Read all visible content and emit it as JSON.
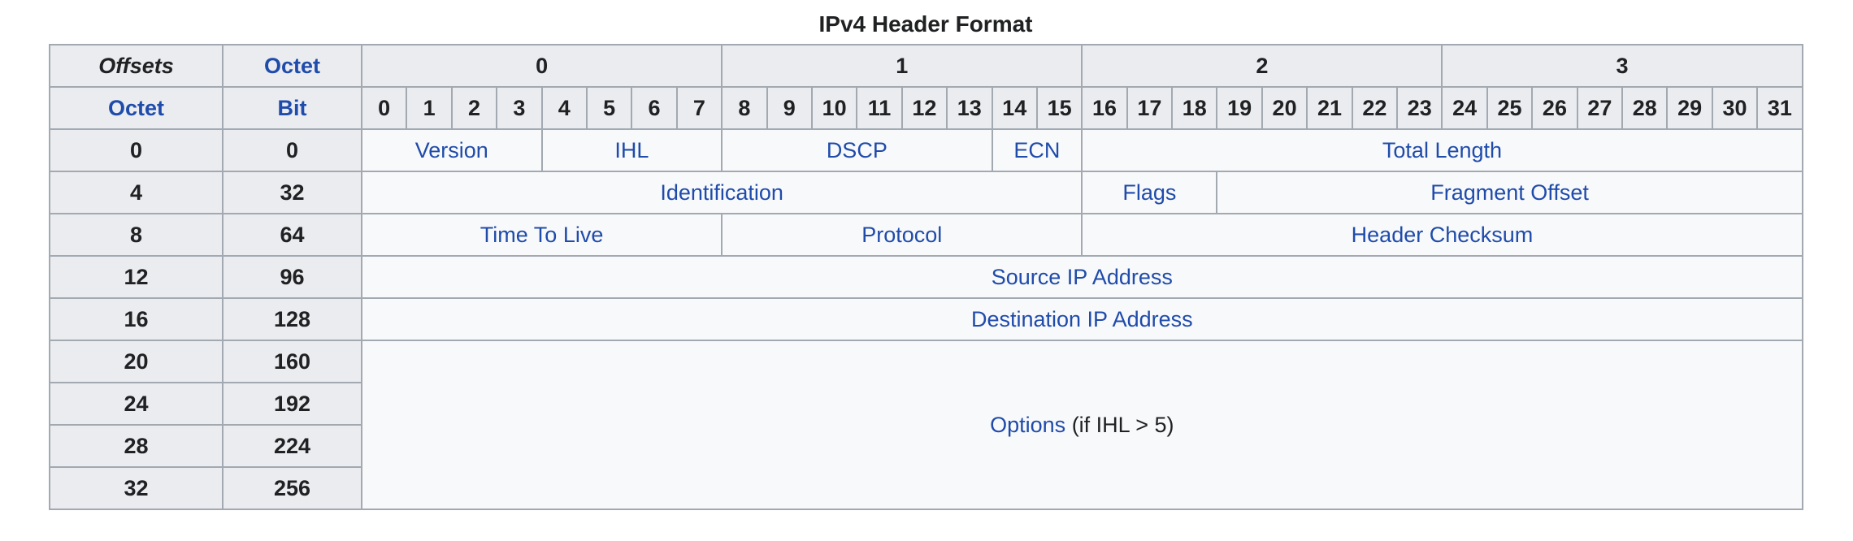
{
  "caption": "IPv4 Header Format",
  "corner": {
    "offsets": "Offsets",
    "octet_top": "Octet",
    "octet_left": "Octet",
    "bit": "Bit"
  },
  "octet_headers": [
    "0",
    "1",
    "2",
    "3"
  ],
  "bit_headers": [
    "0",
    "1",
    "2",
    "3",
    "4",
    "5",
    "6",
    "7",
    "8",
    "9",
    "10",
    "11",
    "12",
    "13",
    "14",
    "15",
    "16",
    "17",
    "18",
    "19",
    "20",
    "21",
    "22",
    "23",
    "24",
    "25",
    "26",
    "27",
    "28",
    "29",
    "30",
    "31"
  ],
  "rows": [
    {
      "octet": "0",
      "bit": "0"
    },
    {
      "octet": "4",
      "bit": "32"
    },
    {
      "octet": "8",
      "bit": "64"
    },
    {
      "octet": "12",
      "bit": "96"
    },
    {
      "octet": "16",
      "bit": "128"
    },
    {
      "octet": "20",
      "bit": "160"
    },
    {
      "octet": "24",
      "bit": "192"
    },
    {
      "octet": "28",
      "bit": "224"
    },
    {
      "octet": "32",
      "bit": "256"
    }
  ],
  "fields": {
    "version": "Version",
    "ihl": "IHL",
    "dscp": "DSCP",
    "ecn": "ECN",
    "total_length": "Total Length",
    "identification": "Identification",
    "flags": "Flags",
    "fragment_offset": "Fragment Offset",
    "ttl": "Time To Live",
    "protocol": "Protocol",
    "header_checksum": "Header Checksum",
    "source_ip": "Source IP Address",
    "destination_ip": "Destination IP Address",
    "options": "Options",
    "options_note": " (if IHL > 5)"
  }
}
